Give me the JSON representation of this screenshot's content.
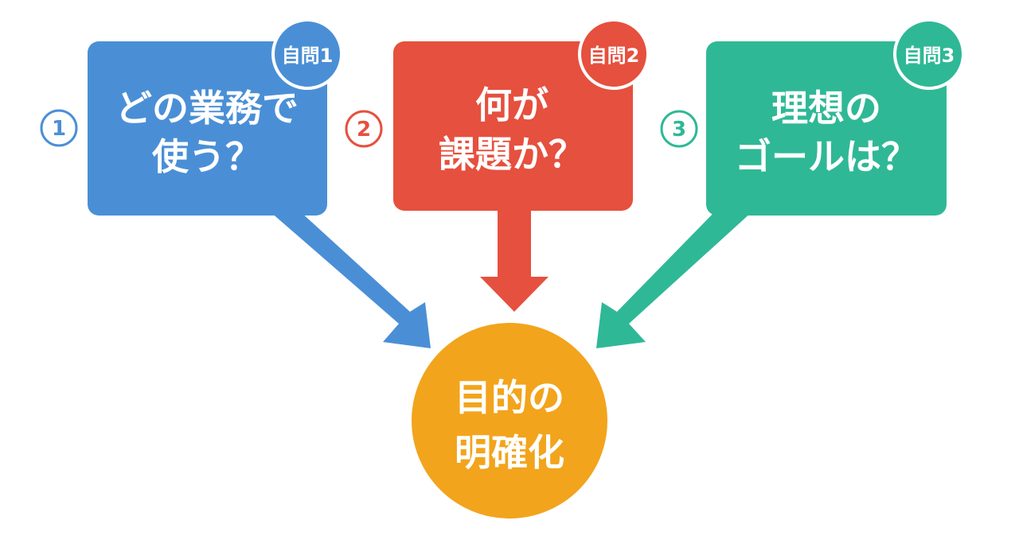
{
  "diagram": {
    "questions": [
      {
        "number": "1",
        "badge": "自問1",
        "line1": "どの業務で",
        "line2": "使う？",
        "color": "#4a8fd6"
      },
      {
        "number": "2",
        "badge": "自問2",
        "line1": "何が",
        "line2": "課題か？",
        "color": "#e6503e"
      },
      {
        "number": "3",
        "badge": "自問3",
        "line1": "理想の",
        "line2": "ゴールは？",
        "color": "#2fb896"
      }
    ],
    "goal": {
      "line1": "目的の",
      "line2": "明確化",
      "color": "#f2a41c"
    }
  }
}
